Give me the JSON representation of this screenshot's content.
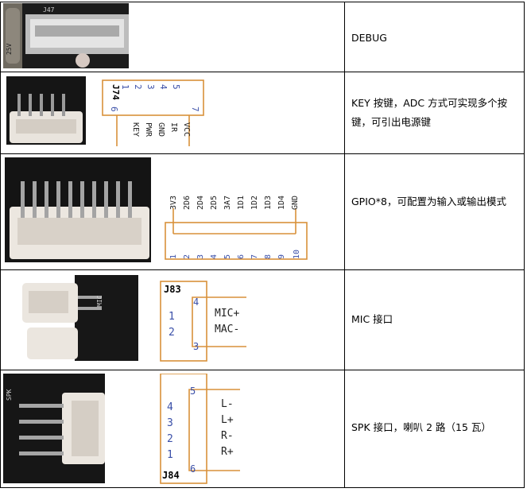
{
  "rows": [
    {
      "description": "DEBUG",
      "photo_labels": {
        "silk_top": "J47",
        "cap": "25V"
      }
    },
    {
      "description": "KEY 按键，ADC 方式可实现多个按键，可引出电源键",
      "connector": "J74",
      "pins_top": [
        "1",
        "2",
        "3",
        "4",
        "5"
      ],
      "pin_left": "6",
      "pin_right": "7",
      "signals": [
        "KEY",
        "PWR",
        "GND",
        "IR",
        "VCC"
      ]
    },
    {
      "description": "GPIO*8，可配置为输入或输出模式",
      "signals": [
        "3V3",
        "2D6",
        "2D4",
        "2D5",
        "3A7",
        "1D1",
        "1D2",
        "1D3",
        "1D4",
        "GND"
      ],
      "pins": [
        "1",
        "2",
        "3",
        "4",
        "5",
        "6",
        "7",
        "8",
        "9",
        "10"
      ]
    },
    {
      "description": "MIC 接口",
      "connector": "J83",
      "pins": [
        "1",
        "2"
      ],
      "pin_top": "4",
      "pin_bottom": "3",
      "signals": [
        "MIC+",
        "MAC-"
      ],
      "photo_labels": {
        "silk": "MIC"
      }
    },
    {
      "description": "SPK 接口，喇叭 2 路（15 瓦）",
      "connector": "J84",
      "pins": [
        "4",
        "3",
        "2",
        "1"
      ],
      "pin_top": "5",
      "pin_bottom": "6",
      "signals": [
        "L-",
        "L+",
        "R-",
        "R+"
      ],
      "photo_labels": {
        "silk": "SPK"
      }
    }
  ],
  "colors": {
    "frame": "#d9913a",
    "pin_number": "#3a4fa8",
    "border": "#000000"
  }
}
